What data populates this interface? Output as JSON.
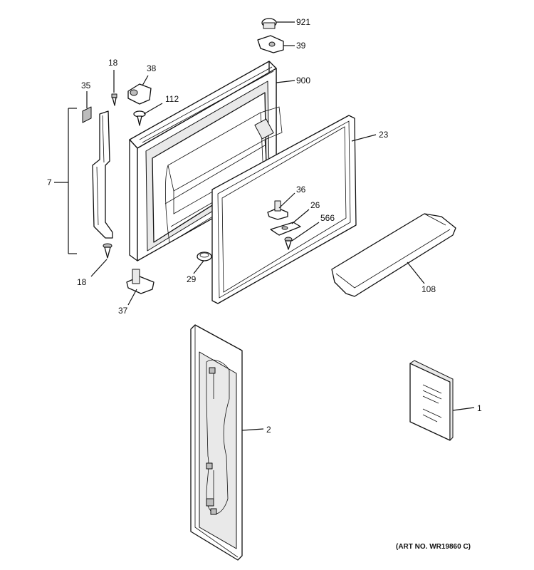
{
  "callouts": {
    "c921": "921",
    "c39": "39",
    "c900": "900",
    "c18a": "18",
    "c38": "38",
    "c35": "35",
    "c112": "112",
    "c23": "23",
    "c7": "7",
    "c36": "36",
    "c26": "26",
    "c566": "566",
    "c18b": "18",
    "c29": "29",
    "c108": "108",
    "c37": "37",
    "c2": "2",
    "c1": "1"
  },
  "art_number": "(ART NO. WR19860 C)"
}
